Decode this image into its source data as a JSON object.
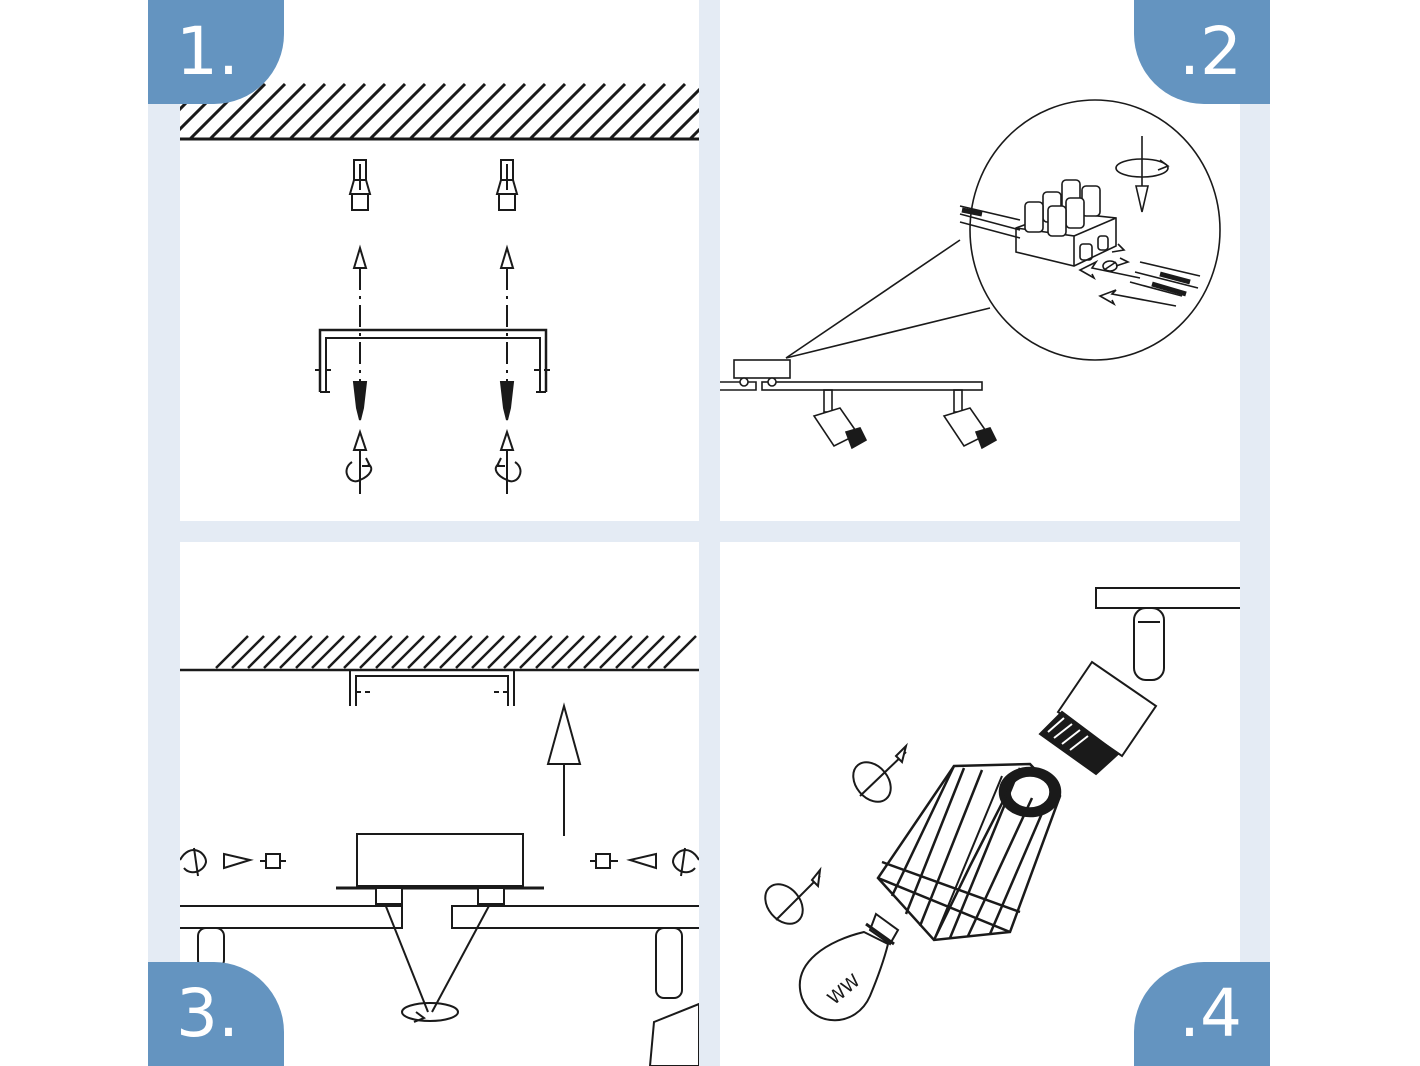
{
  "steps": [
    {
      "label": "1."
    },
    {
      "label": ".2"
    },
    {
      "label": "3."
    },
    {
      "label": ".4"
    }
  ],
  "colors": {
    "badge": "#6494c0",
    "frame": "#e4ebf4",
    "line": "#1a1a1a"
  },
  "bulb": {
    "marking": "WW"
  }
}
